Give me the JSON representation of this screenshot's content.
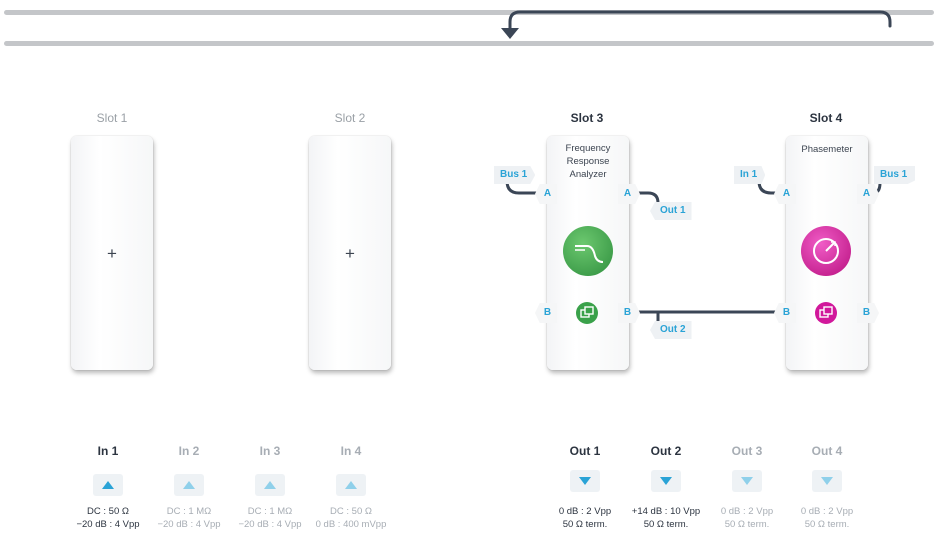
{
  "slots": [
    {
      "label": "Slot 1",
      "empty_symbol": "+"
    },
    {
      "label": "Slot 2",
      "empty_symbol": "+"
    },
    {
      "label": "Slot 3",
      "module": {
        "line1": "Frequency",
        "line2": "Response",
        "line3": "Analyzer",
        "icon": "fra-waveform-icon",
        "color": "#3aa14a"
      }
    },
    {
      "label": "Slot 4",
      "module": {
        "title": "Phasemeter",
        "icon": "phasemeter-dial-icon",
        "color": "#d1189b"
      }
    }
  ],
  "ports": {
    "a": "A",
    "b": "B"
  },
  "tags": {
    "slot3_in_a": "Bus 1",
    "slot3_out_a": "Out 1",
    "slot3_out_b": "Out 2",
    "slot4_in_a": "In 1",
    "slot4_out_a": "Bus 1"
  },
  "inputs": [
    {
      "name": "In 1",
      "spec1": "DC : 50 Ω",
      "spec2": "−20 dB : 4 Vpp",
      "active": true
    },
    {
      "name": "In 2",
      "spec1": "DC : 1 MΩ",
      "spec2": "−20 dB : 4 Vpp",
      "active": false
    },
    {
      "name": "In 3",
      "spec1": "DC : 1 MΩ",
      "spec2": "−20 dB : 4 Vpp",
      "active": false
    },
    {
      "name": "In 4",
      "spec1": "DC : 50 Ω",
      "spec2": "0 dB : 400 mVpp",
      "active": false
    }
  ],
  "outputs": [
    {
      "name": "Out 1",
      "spec1": "0 dB : 2 Vpp",
      "spec2": "50 Ω term.",
      "active": true
    },
    {
      "name": "Out 2",
      "spec1": "+14 dB : 10 Vpp",
      "spec2": "50 Ω term.",
      "active": true
    },
    {
      "name": "Out 3",
      "spec1": "0 dB : 2 Vpp",
      "spec2": "50 Ω term.",
      "active": false
    },
    {
      "name": "Out 4",
      "spec1": "0 dB : 2 Vpp",
      "spec2": "50 Ω term.",
      "active": false
    }
  ],
  "colors": {
    "accent": "#2aa3d6",
    "wire": "#3b4656",
    "fra": "#3aa14a",
    "phasemeter": "#d1189b"
  }
}
